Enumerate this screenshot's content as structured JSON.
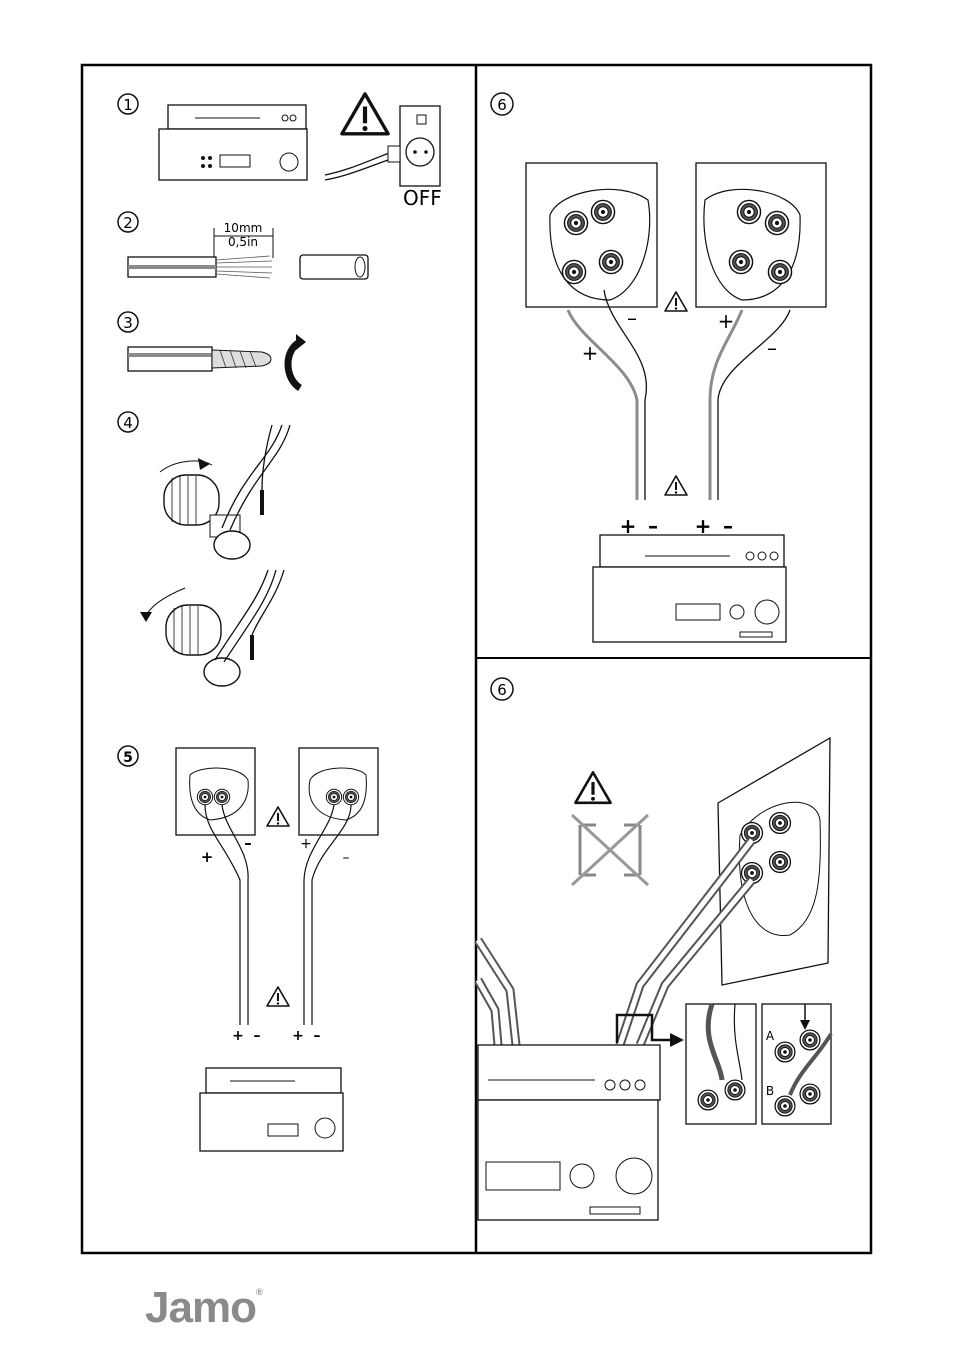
{
  "steps": {
    "s1": "1",
    "s2": "2",
    "s3": "3",
    "s4": "4",
    "s5": "5",
    "s6a": "6",
    "s6b": "6"
  },
  "step1": {
    "off_label": "OFF"
  },
  "step2": {
    "length_mm": "10mm",
    "length_in": "0,5in"
  },
  "polarity": {
    "plus": "+",
    "minus": "–"
  },
  "bi_wire": {
    "a": "A",
    "b": "B"
  },
  "brand": {
    "name": "Jamo",
    "mark": "®"
  },
  "colors": {
    "line": "#111111",
    "frame": "#000000",
    "wire_grey": "#8c8c8c",
    "brand_grey": "#8a8a8a"
  }
}
